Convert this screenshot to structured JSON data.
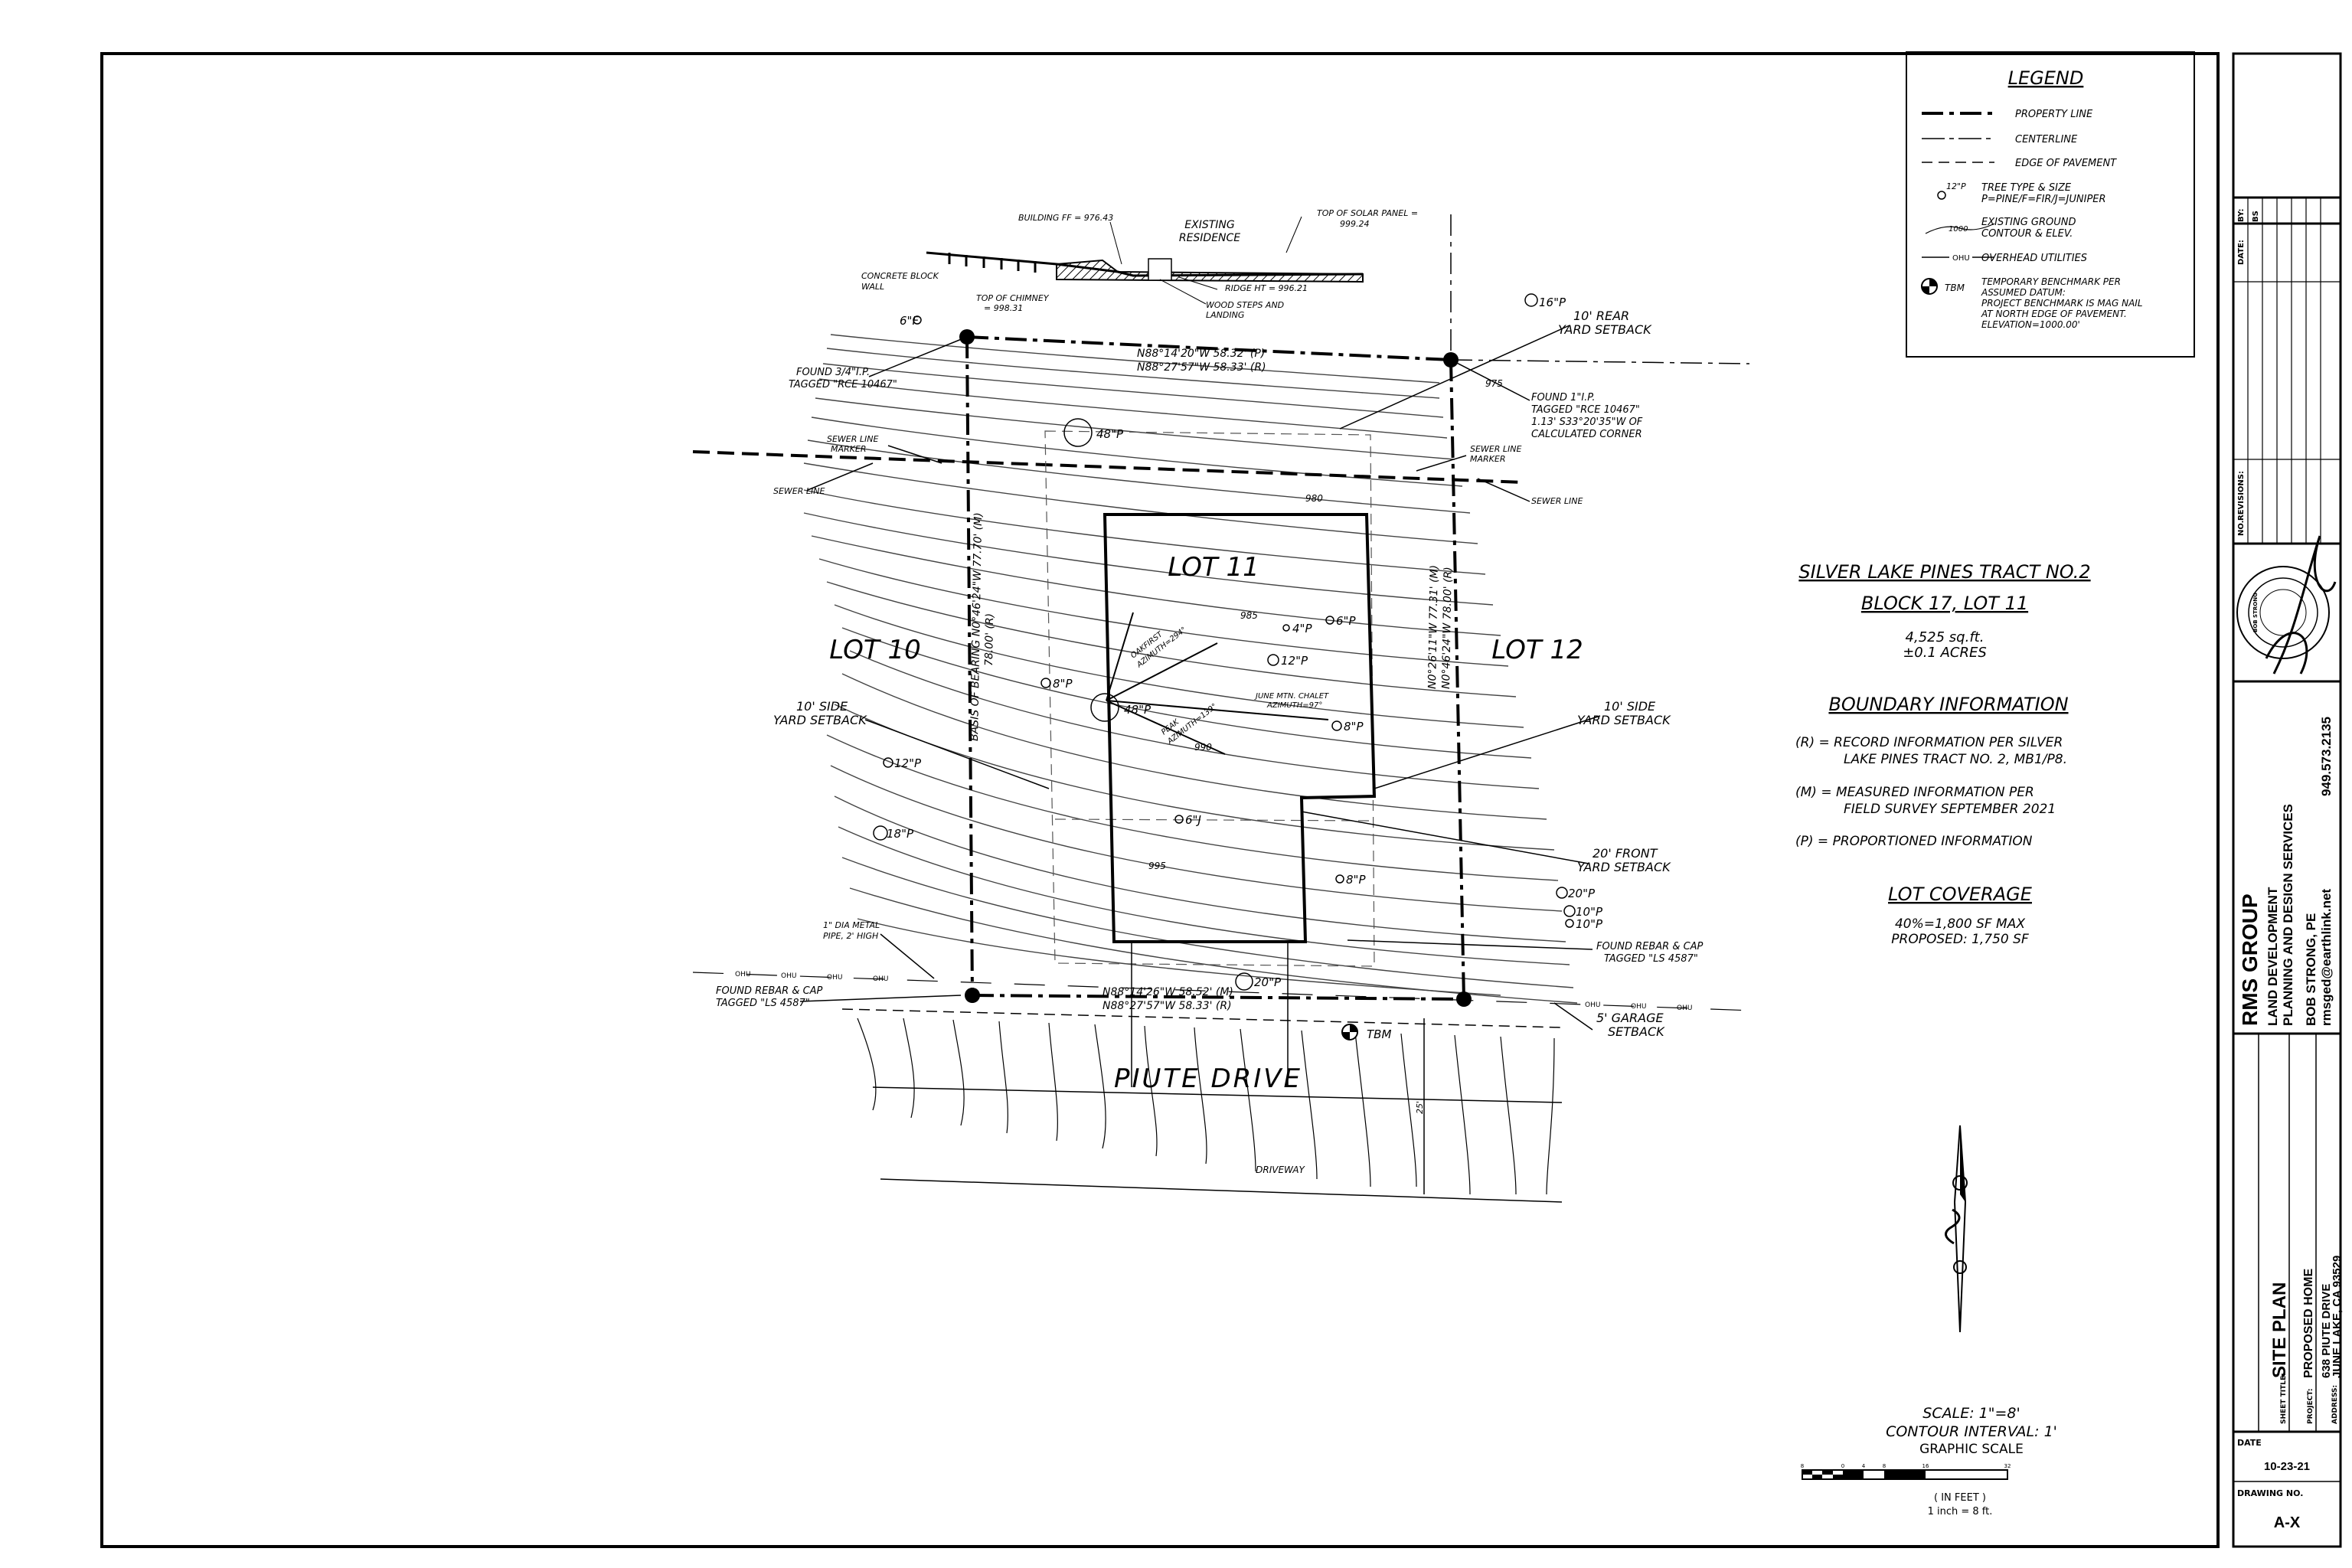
{
  "legend": {
    "title": "LEGEND",
    "property_line": "PROPERTY LINE",
    "centerline": "CENTERLINE",
    "edge_of_pavement": "EDGE OF PAVEMENT",
    "tree_symbol": "12\"P",
    "tree_type_1": "TREE TYPE & SIZE",
    "tree_type_2": "P=PINE/F=FIR/J=JUNIPER",
    "contour_symbol": "1000",
    "contour_1": "EXISTING GROUND",
    "contour_2": "CONTOUR & ELEV.",
    "ohu_symbol": "OHU",
    "overhead": "OVERHEAD UTILITIES",
    "tbm_label": "TBM",
    "tbm_1": "TEMPORARY BENCHMARK PER",
    "tbm_2": "ASSUMED DATUM:",
    "tbm_3": "PROJECT BENCHMARK IS MAG NAIL",
    "tbm_4": "AT NORTH EDGE OF PAVEMENT.",
    "tbm_5": "ELEVATION=1000.00'"
  },
  "info": {
    "tract": "SILVER LAKE PINES TRACT NO.2",
    "block": "BLOCK 17, LOT 11",
    "area": "4,525 sq.ft.",
    "acres": "±0.1 ACRES",
    "boundary_title": "BOUNDARY INFORMATION",
    "r_1": "(R) = RECORD INFORMATION PER SILVER",
    "r_2": "LAKE PINES TRACT NO. 2, MB1/P8.",
    "m_1": "(M) = MEASURED INFORMATION PER",
    "m_2": "FIELD SURVEY SEPTEMBER 2021",
    "p_1": "(P) = PROPORTIONED INFORMATION",
    "coverage_title": "LOT COVERAGE",
    "coverage_max": "40%=1,800 SF MAX",
    "coverage_proposed": "PROPOSED: 1,750 SF"
  },
  "scale": {
    "scale": "SCALE: 1\"=8'",
    "contour": "CONTOUR INTERVAL: 1'",
    "graphic": "GRAPHIC SCALE",
    "ticks": [
      "8",
      "0",
      "4",
      "8",
      "16",
      "32"
    ],
    "in_feet": "( IN FEET )",
    "inch": "1 inch = 8 ft."
  },
  "plan": {
    "lot11": "LOT 11",
    "lot10": "LOT 10",
    "lot12": "LOT 12",
    "street": "PIUTE DRIVE",
    "driveway": "DRIVEWAY",
    "tbm": "TBM",
    "building_ff": "BUILDING FF = 976.43",
    "existing_1": "EXISTING",
    "existing_2": "RESIDENCE",
    "solar_1": "TOP OF SOLAR PANEL =",
    "solar_2": "999.24",
    "block_wall_1": "CONCRETE BLOCK",
    "block_wall_2": "WALL",
    "chimney_1": "TOP OF CHIMNEY",
    "chimney_2": "= 998.31",
    "ridge": "RIDGE HT = 996.21",
    "steps_1": "WOOD STEPS AND",
    "steps_2": "LANDING",
    "found_tl_1": "FOUND 3/4\"I.P.",
    "found_tl_2": "TAGGED \"RCE 10467\"",
    "found_tr_1": "FOUND 1\"I.P.",
    "found_tr_2": "TAGGED \"RCE 10467\"",
    "found_tr_3": "1.13' S33°20'35\"W OF",
    "found_tr_4": "CALCULATED CORNER",
    "brg_top_1": "N88°14'20\"W  58.32' (P)",
    "brg_top_2": "N88°27'57\"W  58.33' (R)",
    "brg_bot_1": "N88°14'26\"W  58.52' (M)",
    "brg_bot_2": "N88°27'57\"W  58.33' (R)",
    "rear_1": "10' REAR",
    "rear_2": "YARD SETBACK",
    "side_l_1": "10' SIDE",
    "side_l_2": "YARD SETBACK",
    "side_r_1": "10' SIDE",
    "side_r_2": "YARD SETBACK",
    "front_1": "20' FRONT",
    "front_2": "YARD SETBACK",
    "garage_1": "5' GARAGE",
    "garage_2": "SETBACK",
    "sewer_marker_l_1": "SEWER LINE",
    "sewer_marker_l_2": "MARKER",
    "sewer_marker_r_1": "SEWER LINE",
    "sewer_marker_r_2": "MARKER",
    "sewer_line_l": "SEWER LINE",
    "sewer_line_r": "SEWER LINE",
    "west_line": "BASIS OF BEARING N0°46'24\"W  77.70' (M)",
    "west_line_2": "78.00' (R)",
    "east_line": "N0°26'11\"W  77.31' (M)",
    "east_line_2": "N0°46'24\"W  78.00' (R)",
    "pipe_1": "1\" DIA METAL",
    "pipe_2": "PIPE, 2' HIGH",
    "found_bl_1": "FOUND REBAR & CAP",
    "found_bl_2": "TAGGED \"LS 4587\"",
    "found_br_1": "FOUND REBAR & CAP",
    "found_br_2": "TAGGED \"LS 4587\"",
    "azimuth_1": "JUNE MTN. CHALET",
    "azimuth_2": "AZIMUTH=97°",
    "azimuth_3": "OAKFIRST",
    "azimuth_4": "AZIMUTH=294°",
    "azimuth_5": "PEAK",
    "azimuth_6": "AZIMUTH=139°",
    "dim_25": "25'",
    "ohu": "OHU",
    "contour_labels": [
      "975",
      "980",
      "985",
      "990",
      "995"
    ],
    "trees": [
      "6\"F",
      "16\"P",
      "48\"P",
      "4\"P",
      "6\"P",
      "12\"P",
      "8\"P",
      "48\"P",
      "8\"P",
      "12\"P",
      "6\"J",
      "18\"P",
      "8\"P",
      "20\"P",
      "10\"P",
      "10\"P",
      "20\"P"
    ]
  },
  "title_block": {
    "date_label": "DATE:",
    "by_label": "BY:",
    "by_value": "BS",
    "no_label": "NO.",
    "revisions_label": "REVISIONS:",
    "seal_text": "BOB STRONG",
    "company": "RMS GROUP",
    "sub_1": "LAND DEVELOPMENT",
    "sub_2": "PLANNING AND DESIGN SERVICES",
    "engineer": "BOB STRONG, PE",
    "email": "rmsged@earthlink.net",
    "phone": "949.573.2135",
    "sheet_title_label": "SHEET TITLE:",
    "sheet_title": "SITE PLAN",
    "project_label": "PROJECT:",
    "project": "PROPOSED HOME",
    "address_label": "ADDRESS:",
    "address_1": "638 PIUTE DRIVE",
    "address_2": "JUNE LAKE, CA 93529",
    "date_box_label": "DATE",
    "date_value": "10-23-21",
    "drawing_label": "DRAWING NO.",
    "drawing_value": "A-X"
  }
}
